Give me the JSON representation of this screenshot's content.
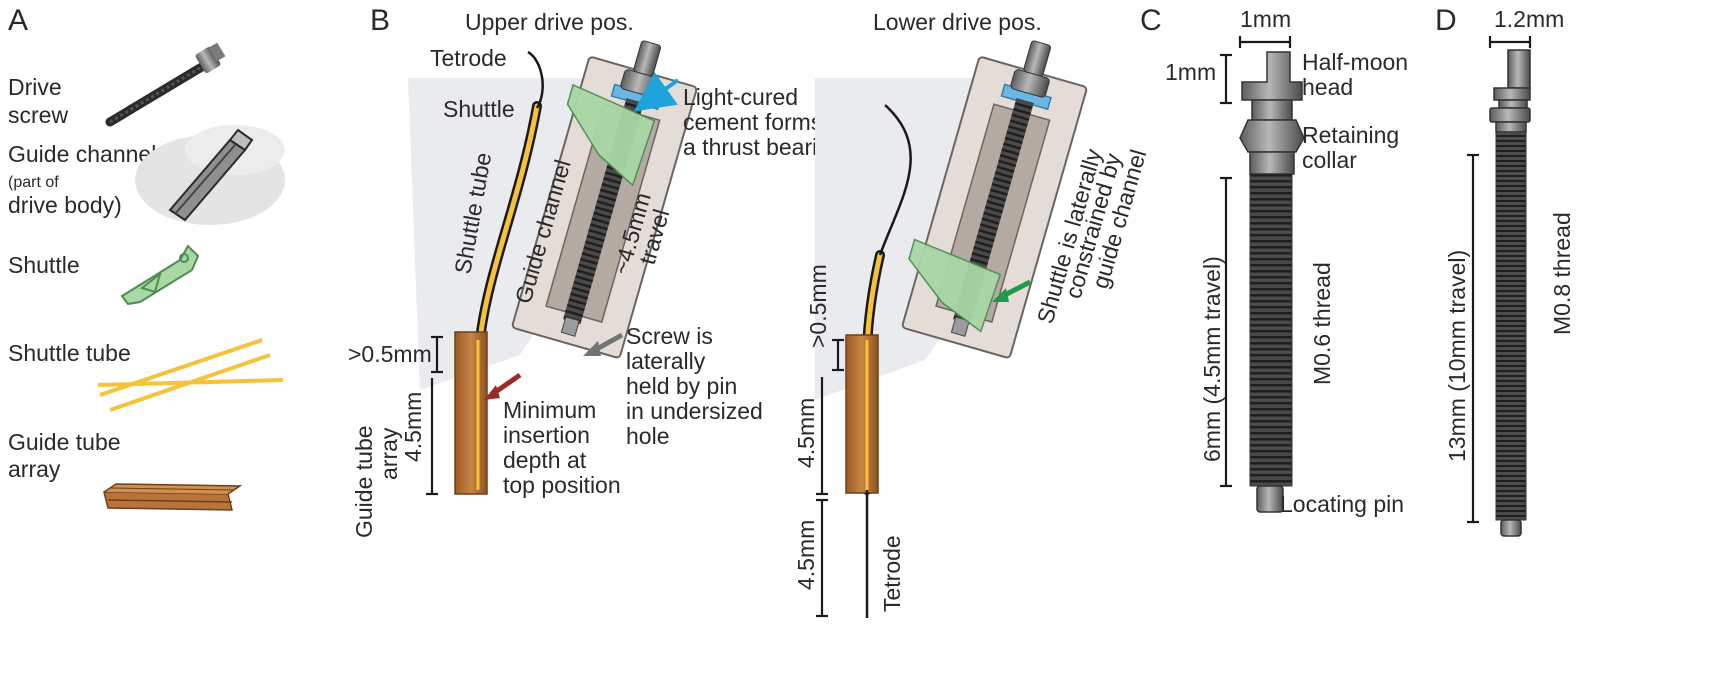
{
  "panels": {
    "A": {
      "letter": "A",
      "items": [
        {
          "line1": "Drive",
          "line2": "screw"
        },
        {
          "line1": "Guide channel",
          "note1": "(part of",
          "note2": "drive body)"
        },
        {
          "line1": "Shuttle"
        },
        {
          "line1": "Shuttle tube"
        },
        {
          "line1": "Guide tube",
          "line2": "array"
        }
      ]
    },
    "B": {
      "letter": "B",
      "upper_title": "Upper drive pos.",
      "lower_title": "Lower drive pos.",
      "tetrode_top": "Tetrode",
      "shuttle": "Shuttle",
      "shuttle_tube": "Shuttle tube",
      "guide_channel": "Guide channel",
      "travel": "~4.5mm",
      "travel2": "travel",
      "cement": [
        "Light-cured",
        "cement forms",
        "a thrust bearing"
      ],
      "screw_held": [
        "Screw is",
        "laterally",
        "held by pin",
        "in undersized",
        "hole"
      ],
      "min_depth": [
        "Minimum",
        "insertion",
        "depth at",
        "top position"
      ],
      "dim_gap_upper": ">0.5mm",
      "dim_upper_45": "4.5mm",
      "guide_tube_array": [
        "Guide tube",
        "array"
      ],
      "constrained": [
        "Shuttle is laterally",
        "constrained by",
        "guide channel"
      ],
      "dim_gap_lower": ">0.5mm",
      "dim_lower_45a": "4.5mm",
      "dim_lower_45b": "4.5mm",
      "tetrode_bottom": "Tetrode"
    },
    "C": {
      "letter": "C",
      "width": "1mm",
      "head_height": "1mm",
      "head": [
        "Half-moon",
        "head"
      ],
      "collar": [
        "Retaining",
        "collar"
      ],
      "length": "6mm (4.5mm travel)",
      "thread": "M0.6 thread",
      "pin": "Locating pin"
    },
    "D": {
      "letter": "D",
      "width": "1.2mm",
      "length": "13mm  (10mm travel)",
      "thread": "M0.8 thread"
    }
  },
  "colors": {
    "text": "#2a2a2a",
    "screw": "#2b2b2b",
    "screw_head": "#8a8a8a",
    "guide_channel_fill": "#b5aaa2",
    "channel_frame": "#e3dcd7",
    "shuttle_green": "#a9d7a6",
    "shuttle_edge": "#4f8d52",
    "tube_yellow": "#f5c23a",
    "guide_tube_brown": "#b8743a",
    "cement_blue": "#6bb7e3",
    "arrow_blue": "#1fa3dc",
    "arrow_red": "#9a2b2b",
    "arrow_grey": "#6f7570",
    "arrow_green": "#1f9a4a",
    "shade": "#e9ebef"
  }
}
